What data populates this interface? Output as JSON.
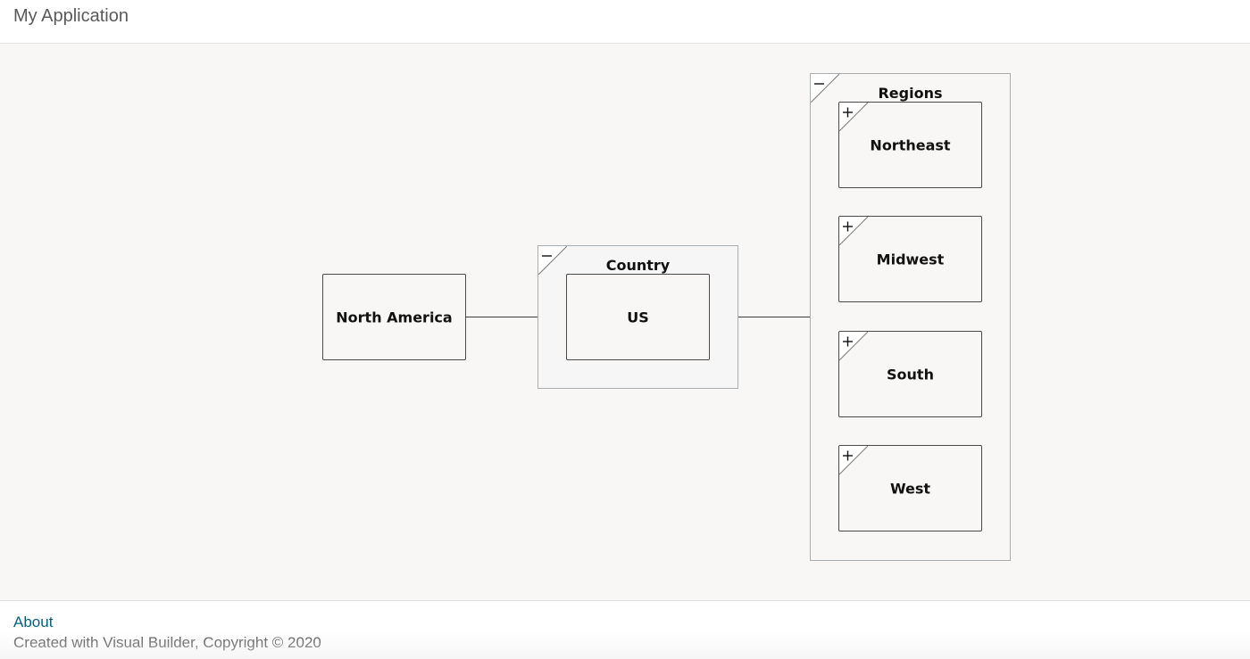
{
  "header": {
    "app_title": "My Application"
  },
  "diagram": {
    "root": {
      "label": "North America"
    },
    "country_group": {
      "title": "Country",
      "toggle_icon": "collapse-icon",
      "children": [
        {
          "label": "US"
        }
      ]
    },
    "regions_group": {
      "title": "Regions",
      "toggle_icon": "collapse-icon",
      "children": [
        {
          "label": "Northeast",
          "toggle_icon": "expand-icon"
        },
        {
          "label": "Midwest",
          "toggle_icon": "expand-icon"
        },
        {
          "label": "South",
          "toggle_icon": "expand-icon"
        },
        {
          "label": "West",
          "toggle_icon": "expand-icon"
        }
      ]
    }
  },
  "footer": {
    "about_label": "About",
    "copyright": "Created with Visual Builder, Copyright © 2020"
  },
  "colors": {
    "canvas_bg": "#f8f7f5",
    "link": "#06607f",
    "node_border": "#4a4a4a",
    "group_border": "#a9aeb3"
  }
}
